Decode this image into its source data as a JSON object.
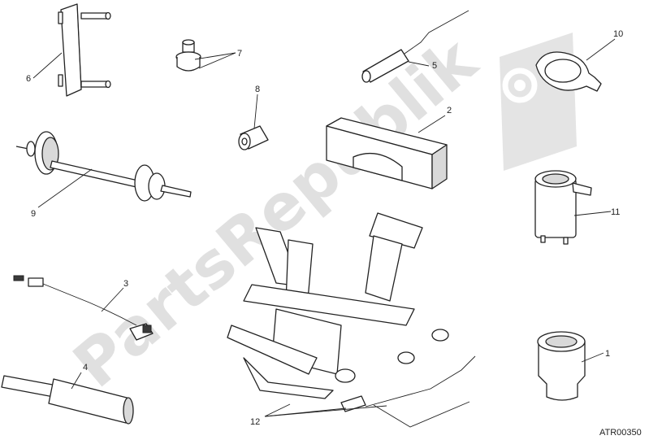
{
  "watermark": {
    "text": "PartsRepublik",
    "icon": "gear-flag-icon",
    "color": "#d4d4d4"
  },
  "drawing_code": "ATR00350",
  "callouts": {
    "c1": "1",
    "c2": "2",
    "c3": "3",
    "c4": "4",
    "c5": "5",
    "c6": "6",
    "c7": "7",
    "c8": "8",
    "c9": "9",
    "c10": "10",
    "c11": "11",
    "c12": "12"
  }
}
